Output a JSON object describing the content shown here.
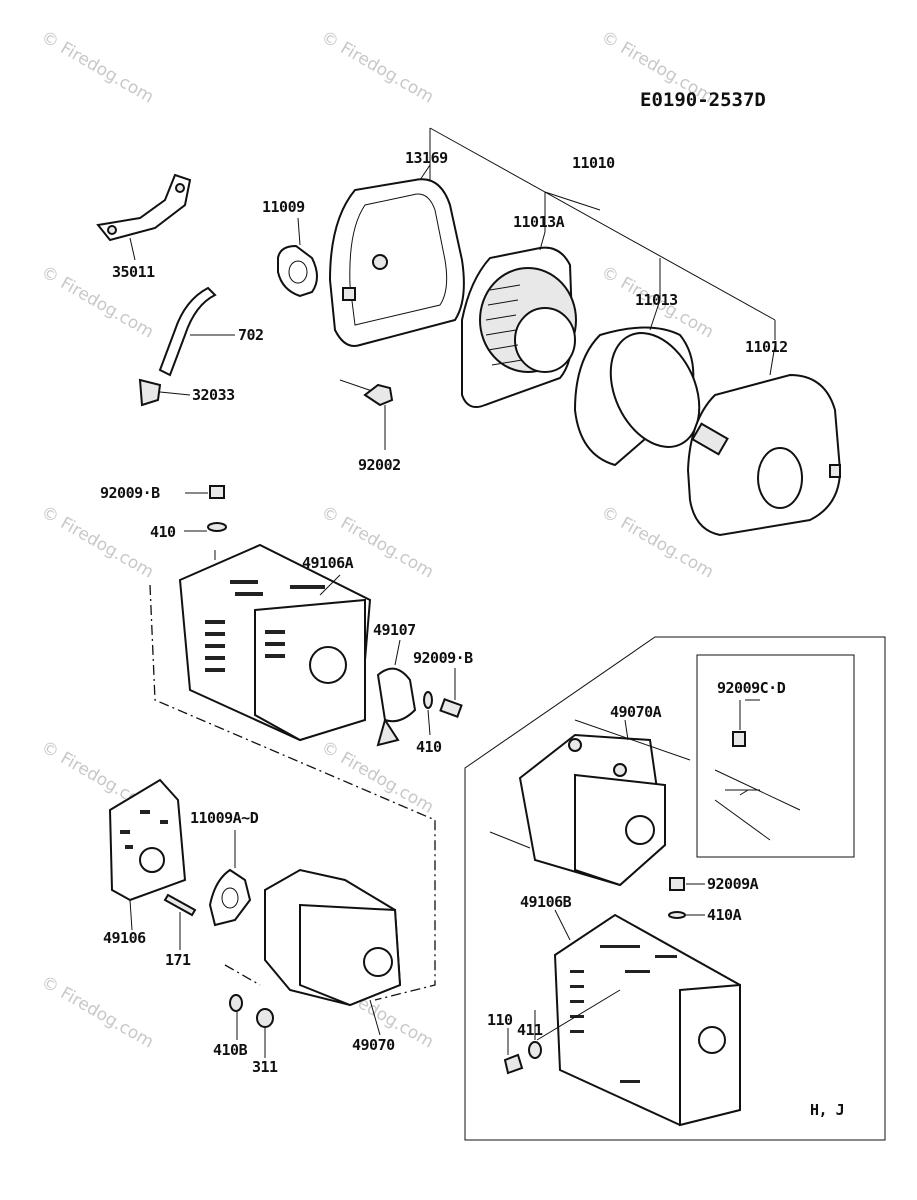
{
  "drawing_number": "E0190-2537D",
  "watermark": "© Firedog.com",
  "variant_label": "H, J",
  "part_labels": {
    "p13169": "13169",
    "p11010": "11010",
    "p11009": "11009",
    "p11013A": "11013A",
    "p11013": "11013",
    "p11012": "11012",
    "p35011": "35011",
    "p702": "702",
    "p32033": "32033",
    "p92002": "92002",
    "p92009B_a": "92009·B",
    "p410_a": "410",
    "p49106A": "49106A",
    "p49107": "49107",
    "p92009B_b": "92009·B",
    "p410_b": "410",
    "p11009AD": "11009A~D",
    "p49106": "49106",
    "p171": "171",
    "p410B": "410B",
    "p311": "311",
    "p49070": "49070",
    "p49070A": "49070A",
    "p92009CD": "92009C·D",
    "p92009A": "92009A",
    "p410A": "410A",
    "p49106B": "49106B",
    "p411": "411",
    "p110": "110"
  }
}
